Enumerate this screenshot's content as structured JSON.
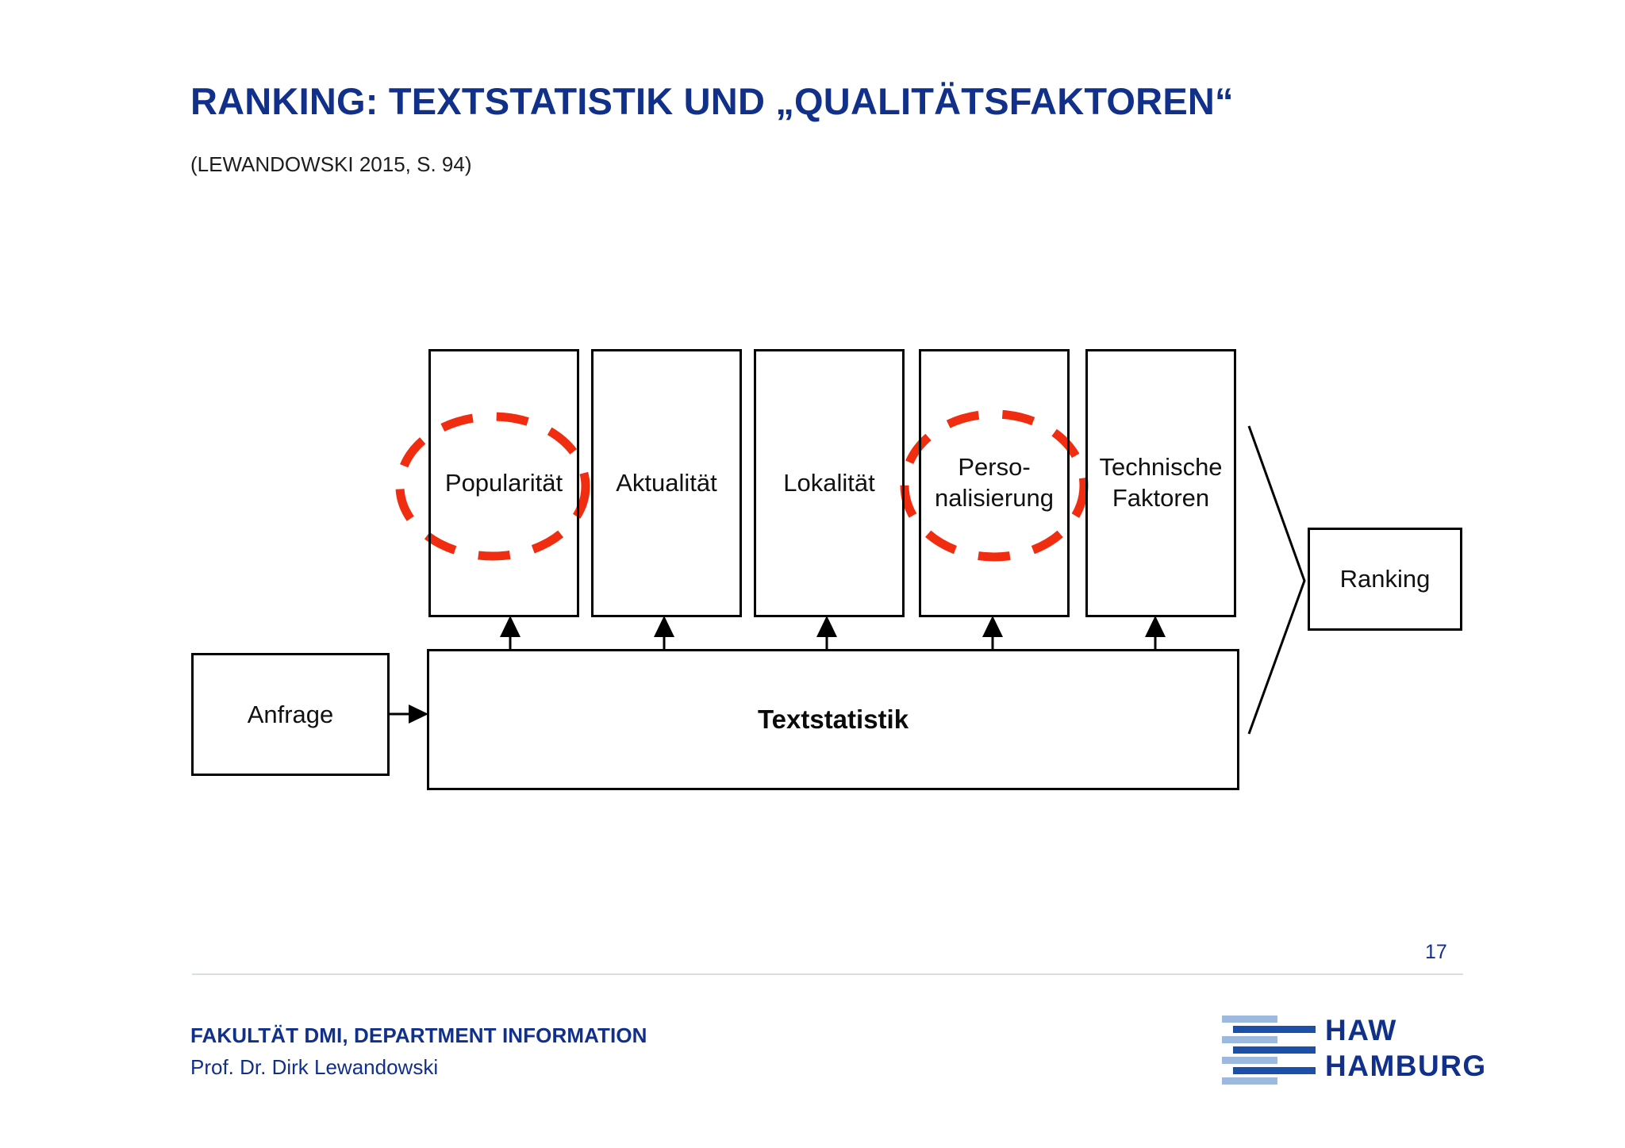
{
  "slide": {
    "title": "RANKING: TEXTSTATISTIK UND „QUALITÄTSFAKTOREN“",
    "subtitle": "(LEWANDOWSKI 2015, S. 94)",
    "page_number": "17",
    "title_color": "#10308a",
    "background_color": "#ffffff"
  },
  "diagram": {
    "type": "flow-diagram",
    "stroke_color": "#000000",
    "highlight_color": "#f02d10",
    "factor_boxes": [
      {
        "label": "Popularität",
        "highlighted": true
      },
      {
        "label": "Aktualität",
        "highlighted": false
      },
      {
        "label": "Lokalität",
        "highlighted": false
      },
      {
        "label": "Perso-\nnalisierung",
        "line1": "Perso-",
        "line2": "nalisierung",
        "highlighted": true
      },
      {
        "label": "Technische\nFaktoren",
        "line1": "Technische",
        "line2": "Faktoren",
        "highlighted": false
      }
    ],
    "input_box": {
      "label": "Anfrage"
    },
    "process_box": {
      "label": "Textstatistik"
    },
    "output_box": {
      "label": "Ranking"
    },
    "arrow_count_up": 5,
    "highlight_note": "red dashed ellipses around Popularität and Personalisierung"
  },
  "footer": {
    "organisation": "FAKULTÄT DMI, DEPARTMENT INFORMATION",
    "person": "Prof. Dr. Dirk Lewandowski",
    "logo": {
      "line1": "HAW",
      "line2": "HAMBURG",
      "color_dark": "#1b4fa8",
      "color_light": "#9db9de"
    }
  }
}
